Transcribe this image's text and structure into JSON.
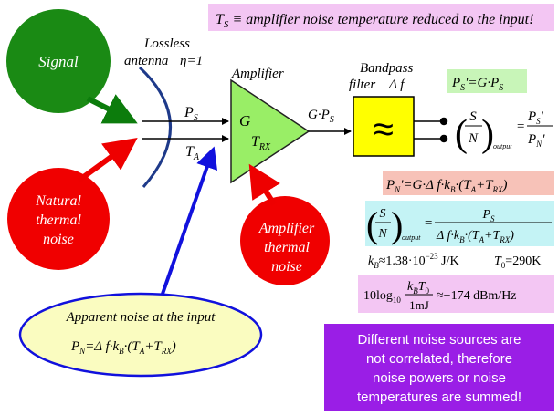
{
  "top_note": {
    "symbol": "T",
    "sub": "S",
    "rest": " ≡ amplifier noise temperature reduced to the input!"
  },
  "signal": {
    "label": "Signal"
  },
  "antenna": {
    "line1": "Lossless",
    "line2": "antenna",
    "eta": "η=1"
  },
  "amplifier": {
    "title": "Amplifier",
    "gain": "G",
    "temp": "T",
    "temp_sub": "RX"
  },
  "filter": {
    "line1": "Bandpass",
    "line2": "filter",
    "df": "Δ f",
    "symbol": "≈"
  },
  "input_labels": {
    "ps": "P",
    "ps_sub": "S",
    "ta": "T",
    "ta_sub": "A"
  },
  "output_label": {
    "g": "G·P",
    "sub": "S"
  },
  "natural_noise": {
    "line1": "Natural",
    "line2": "thermal",
    "line3": "noise"
  },
  "amp_noise": {
    "line1": "Amplifier",
    "line2": "thermal",
    "line3": "noise"
  },
  "apparent": {
    "title": "Apparent noise at the input",
    "lhs": "P",
    "lhs_sub": "N",
    "rhs_a": "=Δ f·k",
    "rhs_b": "B",
    "rhs_c": "·(T",
    "rhs_d": "A",
    "rhs_e": "+T",
    "rhs_f": "RX",
    "rhs_g": ")"
  },
  "eq_ps": {
    "a": "P",
    "b": "S",
    "c": "'=G·P",
    "d": "S"
  },
  "snr_out": {
    "S": "S",
    "N": "N",
    "sub": "output",
    "eq": "=",
    "num": "P",
    "num_sub": "S",
    "num_prime": "'",
    "den": "P",
    "den_sub": "N",
    "den_prime": "'"
  },
  "eq_pn": {
    "a": "P",
    "b": "N",
    "c": "'=G·Δ f·k",
    "d": "B",
    "e": "·(T",
    "f": "A",
    "g": "+T",
    "h": "RX",
    "i": ")"
  },
  "snr2": {
    "S": "S",
    "N": "N",
    "sub": "output",
    "eq": "=",
    "num": "P",
    "num_sub": "S",
    "den_a": "Δ f·k",
    "den_b": "B",
    "den_c": "·(T",
    "den_d": "A",
    "den_e": "+T",
    "den_f": "RX",
    "den_g": ")"
  },
  "kb": {
    "a": "k",
    "b": "B",
    "c": "≈1.38·10",
    "exp": "−23",
    "d": " J/K"
  },
  "t0": {
    "a": "T",
    "b": "0",
    "c": "=290K"
  },
  "db_eq": {
    "pre": "10log",
    "pre_sub": "10",
    "num_a": "k",
    "num_b": "B",
    "num_c": "T",
    "num_d": "0",
    "den": "1mJ",
    "post": "≈−174 dBm/Hz"
  },
  "summary": {
    "line1": "Different noise sources are",
    "line2": "not correlated, therefore",
    "line3": "noise powers or noise",
    "line4": "temperatures are summed!"
  },
  "colors": {
    "green_circle": "#1a8a14",
    "red_circle": "#f00000",
    "amp_fill": "#99ee66",
    "filter_fill": "#ffff00",
    "pink_box": "#f3c6f3",
    "salmon_box": "#f7c2b8",
    "cyan_box": "#c4f3f5",
    "green_box": "#c8f5b8",
    "yellow_ellipse": "#fafcc0",
    "purple_box": "#9a1ee6",
    "arrow_green": "#0c7c0c",
    "arrow_red": "#ee0000",
    "arrow_blue": "#1111dd"
  }
}
